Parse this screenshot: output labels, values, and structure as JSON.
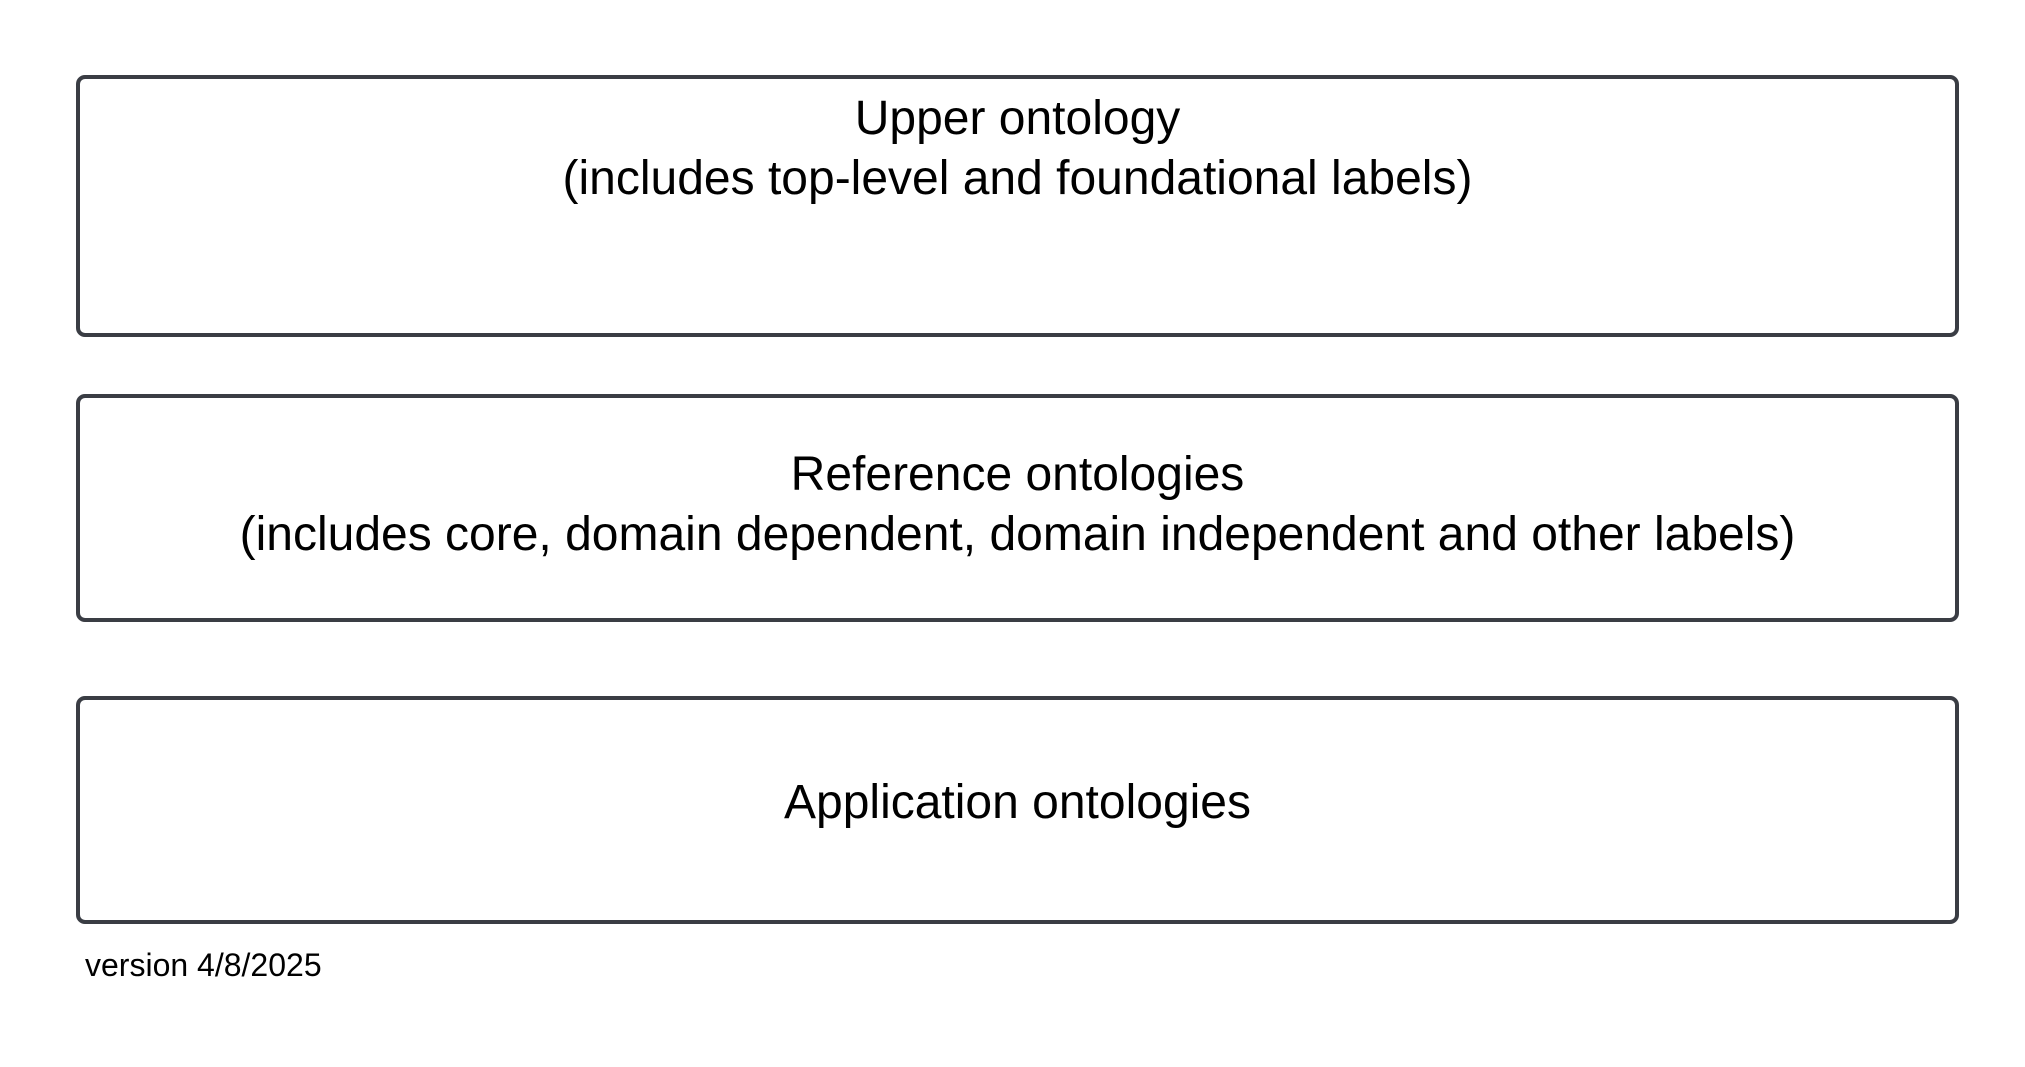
{
  "diagram": {
    "layers": [
      {
        "title": "Upper ontology",
        "subtitle": "(includes top-level and foundational labels)"
      },
      {
        "title": "Reference ontologies",
        "subtitle": "(includes core, domain dependent, domain independent and other labels)"
      },
      {
        "title": "Application ontologies"
      }
    ],
    "version_note": "version 4/8/2025"
  },
  "colors": {
    "box_border": "#3a3d44",
    "text": "#000000",
    "background": "#ffffff"
  }
}
